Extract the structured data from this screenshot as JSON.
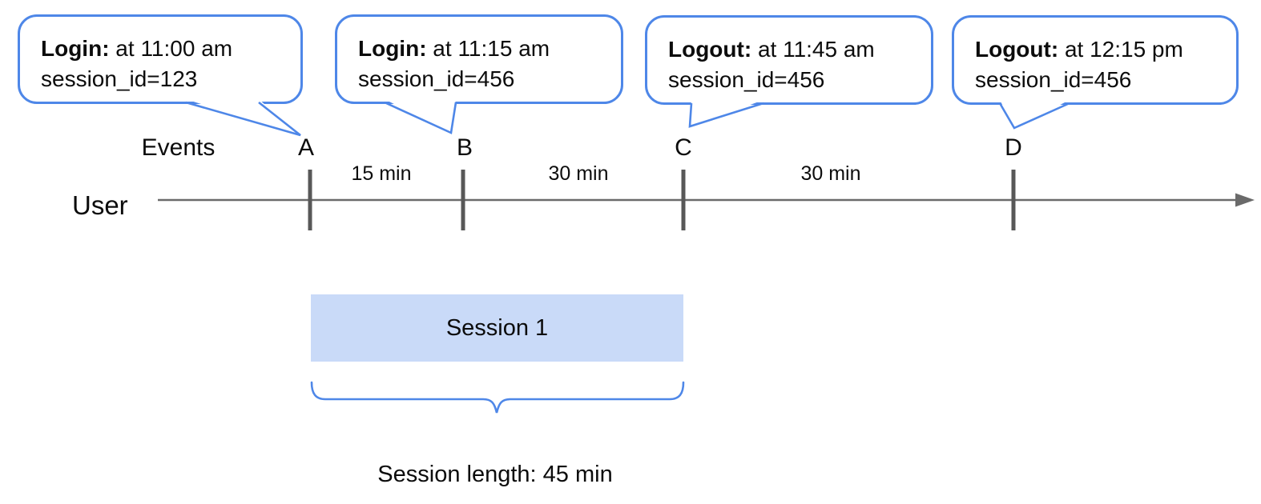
{
  "colors": {
    "callout-border": "#4e87e8",
    "session-fill": "#c9daf8",
    "axis-line": "#6a6a6a",
    "tick": "#585858",
    "text": "#0c0c0c"
  },
  "callouts": [
    {
      "event_label": "Login:",
      "event_time": " at 11:00 am",
      "session_line": "session_id=123",
      "points_to": "A"
    },
    {
      "event_label": "Login:",
      "event_time": " at 11:15 am",
      "session_line": "session_id=456",
      "points_to": "B"
    },
    {
      "event_label": "Logout:",
      "event_time": " at 11:45 am",
      "session_line": "session_id=456",
      "points_to": "C"
    },
    {
      "event_label": "Logout:",
      "event_time": " at 12:15 pm",
      "session_line": "session_id=456",
      "points_to": "D"
    }
  ],
  "timeline": {
    "events_label": "Events",
    "user_label": "User",
    "event_marks": [
      "A",
      "B",
      "C",
      "D"
    ],
    "interval_labels": [
      "15 min",
      "30 min",
      "30 min"
    ]
  },
  "session": {
    "bar_label": "Session 1",
    "length_label": "Session length: 45 min"
  }
}
